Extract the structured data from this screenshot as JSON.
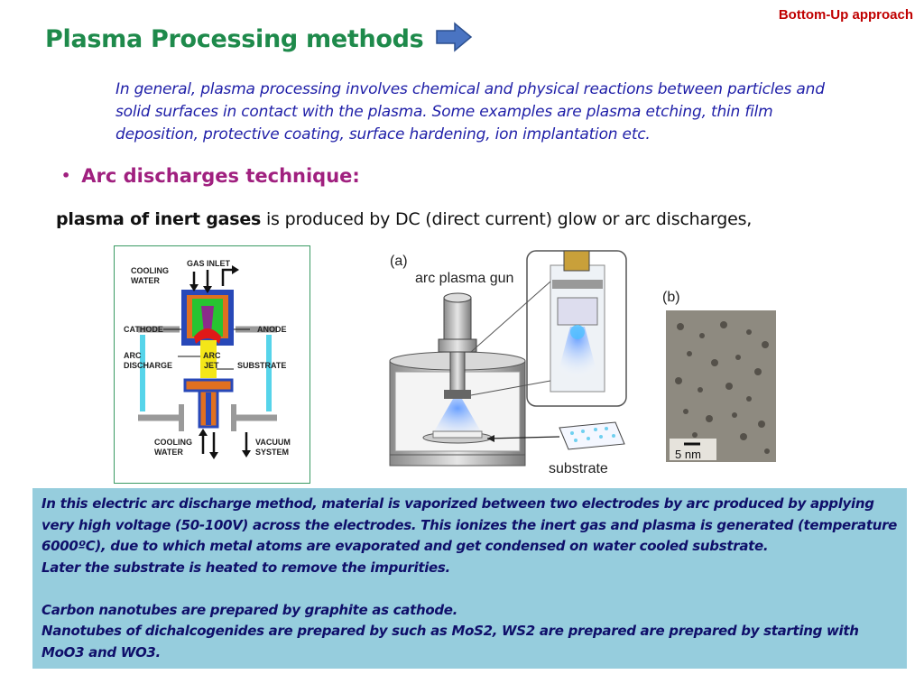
{
  "header": {
    "corner_label": "Bottom-Up approach",
    "title": "Plasma Processing methods"
  },
  "intro": {
    "lines": [
      "In general, plasma processing involves chemical and physical reactions between particles and",
      "solid surfaces in contact with the plasma. Some examples are plasma etching, thin film",
      "deposition, protective coating, surface hardening, ion implantation etc."
    ]
  },
  "bullet": {
    "symbol": "•",
    "heading": "Arc discharges technique:"
  },
  "statement": {
    "bold": "plasma of inert gases",
    "rest": " is produced by DC (direct current) glow or arc discharges,"
  },
  "diagram_left": {
    "labels": {
      "cooling_top_1": "COOLING",
      "cooling_top_2": "WATER",
      "gas_inlet": "GAS INLET",
      "cathode": "CATHODE",
      "anode": "ANODE",
      "arc_discharge_1": "ARC",
      "arc_discharge_2": "DISCHARGE",
      "arc_jet_1": "ARC",
      "arc_jet_2": "JET",
      "substrate": "SUBSTRATE",
      "cooling_bottom_1": "COOLING",
      "cooling_bottom_2": "WATER",
      "vacuum_1": "VACUUM",
      "vacuum_2": "SYSTEM"
    }
  },
  "diagram_right": {
    "label_a": "(a)",
    "gun_label": "arc plasma gun",
    "substrate_label": "substrate",
    "label_b": "(b)",
    "scale_label": "5 nm"
  },
  "note": {
    "lines": [
      "In this electric arc discharge method, material is vaporized between two electrodes by arc produced by applying",
      "very high voltage (50-100V) across the electrodes. This ionizes the inert gas and plasma is generated (temperature",
      "6000ºC), due to which metal atoms are evaporated and get condensed on water cooled substrate.",
      "Later the substrate is heated to remove the impurities.",
      "",
      "Carbon nanotubes are prepared by graphite as cathode.",
      "Nanotubes of dichalcogenides are prepared by such as MoS2, WS2 are prepared are prepared by starting with",
      "MoO3 and WO3."
    ]
  },
  "colors": {
    "title": "#1e8a4b",
    "corner_label": "#c00000",
    "intro_text": "#1f1fa8",
    "bullet_heading": "#a0207f",
    "arrow": "#4a74c2",
    "note_background": "#96cddd",
    "note_text": "#0f0f6a"
  },
  "icons": {
    "arrow": "right-arrow-icon"
  }
}
